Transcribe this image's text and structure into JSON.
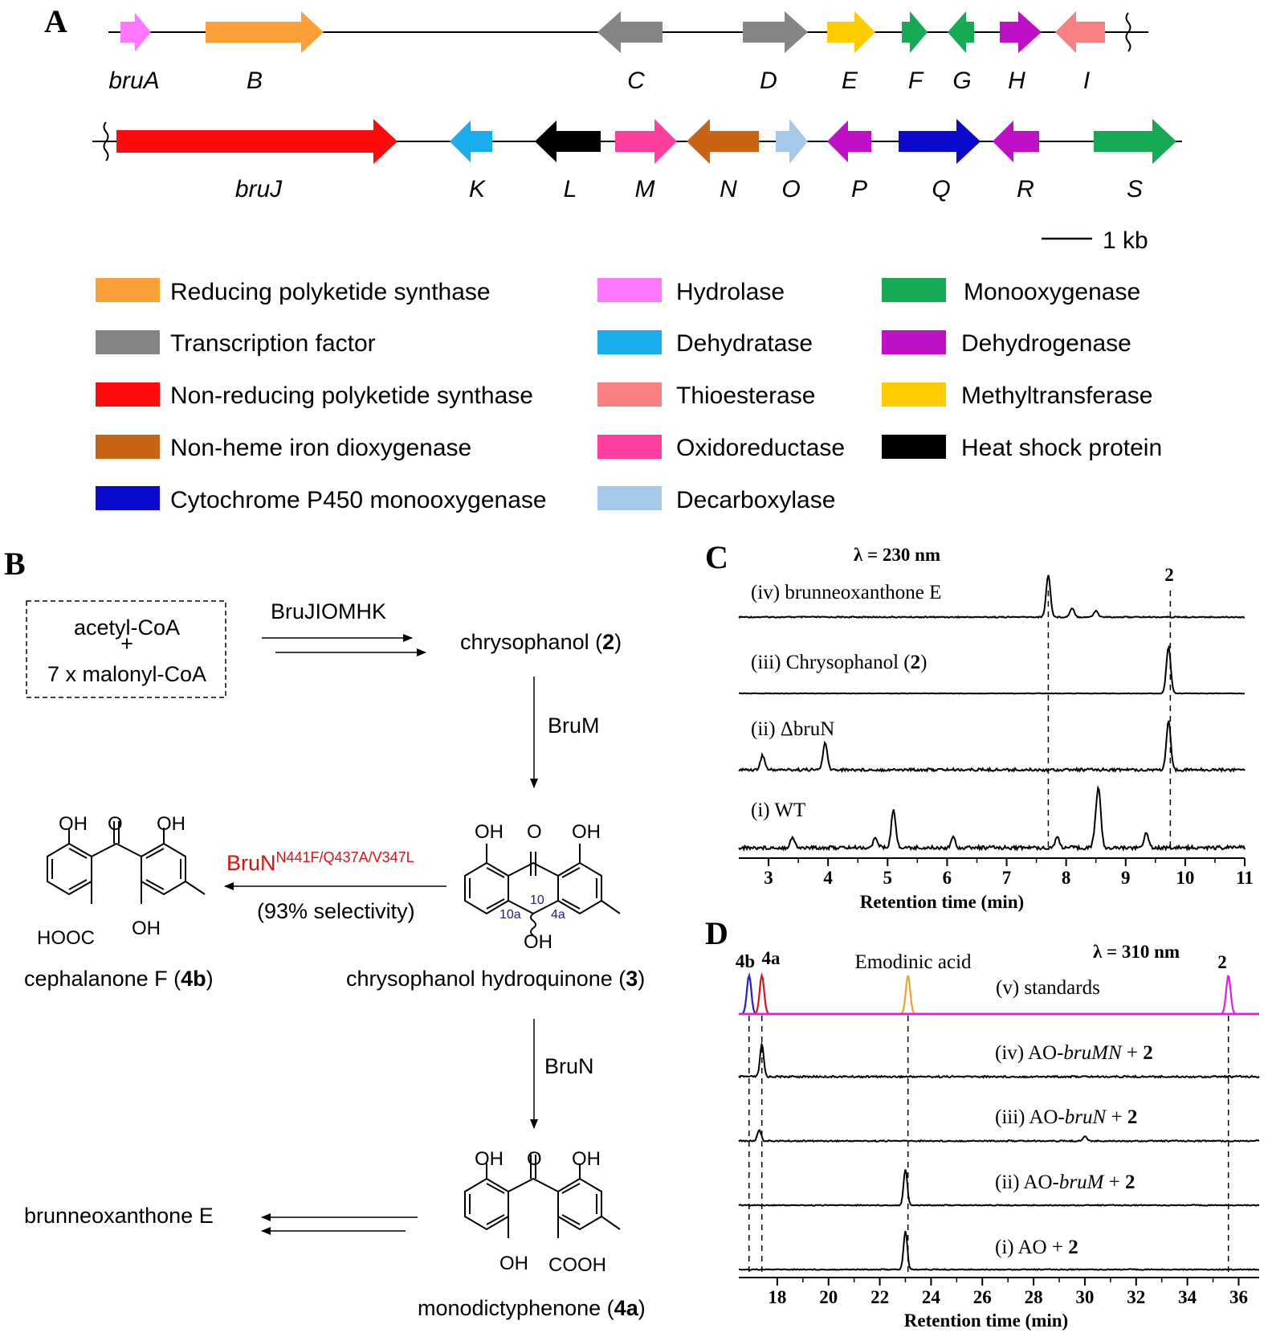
{
  "panels": {
    "a": "A",
    "b": "B",
    "c": "C",
    "d": "D"
  },
  "colors": {
    "hydrolase": "#ff77ff",
    "rpks": "#ff9f3a",
    "tf": "#858585",
    "nrpks": "#ff0a0a",
    "dioxygenase": "#c86414",
    "p450": "#0a0acd",
    "dehydratase": "#1aacee",
    "thioesterase": "#f88080",
    "oxidoreductase": "#ff3d9e",
    "decarboxylase": "#a4c8ea",
    "monooxygenase": "#16aa55",
    "dehydrogenase": "#bf10c8",
    "methyltransferase": "#ffcc00",
    "hsp": "#000000",
    "blue_trace": "#2020cc",
    "red_trace": "#e01020",
    "orange_trace": "#f5a030",
    "magenta_trace": "#e020e0",
    "highlight": "#e01010"
  },
  "genes_row1": [
    {
      "label": "bruA",
      "type": "hydrolase",
      "dir": "right"
    },
    {
      "label": "B",
      "type": "rpks",
      "dir": "right"
    },
    {
      "label": "C",
      "type": "tf",
      "dir": "left"
    },
    {
      "label": "D",
      "type": "tf",
      "dir": "right"
    },
    {
      "label": "E",
      "type": "methyltransferase",
      "dir": "right"
    },
    {
      "label": "F",
      "type": "monooxygenase",
      "dir": "right"
    },
    {
      "label": "G",
      "type": "monooxygenase",
      "dir": "left"
    },
    {
      "label": "H",
      "type": "dehydrogenase",
      "dir": "right"
    },
    {
      "label": "I",
      "type": "thioesterase",
      "dir": "left"
    }
  ],
  "genes_row2": [
    {
      "label": "bruJ",
      "type": "nrpks",
      "dir": "right"
    },
    {
      "label": "K",
      "type": "dehydratase",
      "dir": "left"
    },
    {
      "label": "L",
      "type": "hsp",
      "dir": "left"
    },
    {
      "label": "M",
      "type": "oxidoreductase",
      "dir": "right"
    },
    {
      "label": "N",
      "type": "dioxygenase",
      "dir": "left"
    },
    {
      "label": "O",
      "type": "decarboxylase",
      "dir": "right"
    },
    {
      "label": "P",
      "type": "dehydrogenase",
      "dir": "left"
    },
    {
      "label": "Q",
      "type": "p450",
      "dir": "right"
    },
    {
      "label": "R",
      "type": "dehydrogenase",
      "dir": "left"
    },
    {
      "label": "S",
      "type": "monooxygenase",
      "dir": "right"
    }
  ],
  "scale_label": "1 kb",
  "legend": [
    {
      "type": "rpks",
      "label": "Reducing polyketide synthase"
    },
    {
      "type": "tf",
      "label": "Transcription factor"
    },
    {
      "type": "nrpks",
      "label": "Non-reducing polyketide synthase"
    },
    {
      "type": "dioxygenase",
      "label": "Non-heme iron dioxygenase"
    },
    {
      "type": "p450",
      "label": "Cytochrome P450 monooxygenase"
    },
    {
      "type": "hydrolase",
      "label": "Hydrolase"
    },
    {
      "type": "dehydratase",
      "label": "Dehydratase"
    },
    {
      "type": "thioesterase",
      "label": "Thioesterase"
    },
    {
      "type": "oxidoreductase",
      "label": "Oxidoreductase"
    },
    {
      "type": "decarboxylase",
      "label": "Decarboxylase"
    },
    {
      "type": "monooxygenase",
      "label": "Monooxygenase"
    },
    {
      "type": "dehydrogenase",
      "label": "Dehydrogenase"
    },
    {
      "type": "methyltransferase",
      "label": "Methyltransferase"
    },
    {
      "type": "hsp",
      "label": "Heat shock protein"
    }
  ],
  "pathway": {
    "start_line1": "acetyl-CoA",
    "start_plus": "+",
    "start_line2": "7 x malonyl-CoA",
    "enzyme_pks": "BruJIOMHK",
    "cmpd2_name": "chrysophanol (",
    "cmpd2_num": "2",
    "close_paren": ")",
    "enzyme_m": "BruM",
    "cmpd3_name": "chrysophanol hydroquinone (",
    "cmpd3_num": "3",
    "enzyme_n": "BruN",
    "variant_base": "BruN",
    "variant_sup": "N441F/Q437A/V347L",
    "selectivity": "(93% selectivity)",
    "cmpd4b_name": "cephalanone F (",
    "cmpd4b_num": "4b",
    "cmpd4a_name": "monodictyphenone (",
    "cmpd4a_num": "4a",
    "final": "brunneoxanthone E",
    "oh": "OH",
    "o": "O",
    "hooc": "HOOC",
    "cooh": "COOH",
    "pos10": "10",
    "pos10a": "10a",
    "pos4a": "4a"
  },
  "chart_data": [
    {
      "type": "line",
      "title": "λ = 230 nm",
      "xlabel": "Retention time (min)",
      "xlim": [
        2.5,
        11
      ],
      "ticks": [
        "3",
        "4",
        "5",
        "6",
        "7",
        "8",
        "9",
        "10",
        "11"
      ],
      "marker_label": "2",
      "reference_times": [
        7.7,
        9.75
      ],
      "series": [
        {
          "name": "(iv) brunneoxanthone E",
          "peaks": [
            [
              7.7,
              1.0
            ],
            [
              8.1,
              0.22
            ],
            [
              8.5,
              0.15
            ]
          ]
        },
        {
          "name": "(iii) Chrysophanol (2)",
          "peaks": [
            [
              9.72,
              1.0
            ]
          ]
        },
        {
          "name": "(ii) ΔbruN",
          "peaks": [
            [
              2.9,
              0.3
            ],
            [
              3.95,
              0.55
            ],
            [
              9.72,
              1.0
            ]
          ]
        },
        {
          "name": "(i) WT",
          "peaks": [
            [
              3.4,
              0.2
            ],
            [
              4.8,
              0.2
            ],
            [
              5.1,
              0.75
            ],
            [
              6.1,
              0.2
            ],
            [
              7.85,
              0.2
            ],
            [
              8.5,
              0.35
            ],
            [
              8.55,
              1.0
            ],
            [
              9.35,
              0.3
            ]
          ]
        }
      ]
    },
    {
      "type": "line",
      "title": "λ = 310 nm",
      "xlabel": "Retention time (min)",
      "xlim": [
        16.5,
        36.8
      ],
      "ticks": [
        "18",
        "20",
        "22",
        "24",
        "26",
        "28",
        "30",
        "32",
        "34",
        "36"
      ],
      "peak_labels": [
        "4b",
        "4a",
        "Emodinic acid",
        "2"
      ],
      "reference_times": [
        16.9,
        17.4,
        23.1,
        35.6
      ],
      "series": [
        {
          "name": "(v) standards",
          "peaks": [
            [
              16.9,
              1.0
            ],
            [
              17.4,
              1.0
            ],
            [
              23.1,
              1.0
            ],
            [
              35.6,
              1.0
            ]
          ]
        },
        {
          "name_prefix": "(iv) AO-",
          "name_gene": "bruMN",
          "name_suffix": " + ",
          "name_bold": "2",
          "peaks": [
            [
              17.4,
              1.0
            ]
          ]
        },
        {
          "name_prefix": "(iii) AO-",
          "name_gene": "bruN",
          "name_suffix": " + ",
          "name_bold": "2",
          "peaks": [
            [
              17.3,
              0.35
            ],
            [
              30.0,
              0.15
            ]
          ]
        },
        {
          "name_prefix": "(ii) AO-",
          "name_gene": "bruM",
          "name_suffix": " + ",
          "name_bold": "2",
          "peaks": [
            [
              23.0,
              1.0
            ]
          ]
        },
        {
          "name_prefix": "(i) AO",
          "name_gene": "",
          "name_suffix": " + ",
          "name_bold": "2",
          "peaks": [
            [
              23.0,
              1.0
            ]
          ]
        }
      ]
    }
  ]
}
